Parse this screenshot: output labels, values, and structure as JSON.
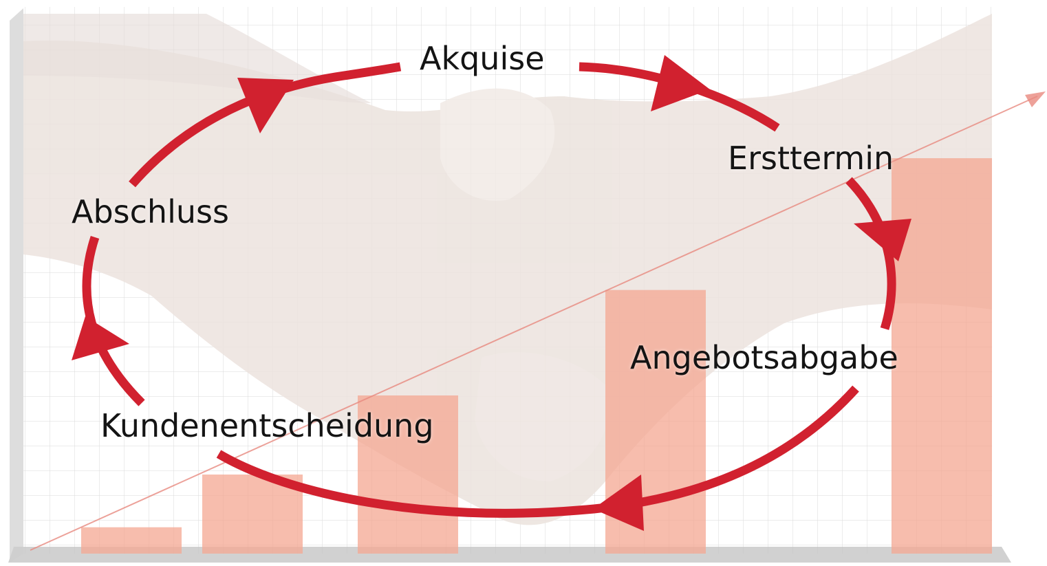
{
  "cycle": {
    "steps": [
      "Akquise",
      "Ersttermin",
      "Angebotsabgabe",
      "Kundenentscheidung",
      "Abschluss"
    ]
  },
  "colors": {
    "cycle_arrow": "#d1212f",
    "bars": "#f4a792",
    "grid": "#d8d8d8",
    "trend_line": "#e88a80",
    "hands": "#efe6e1",
    "text": "#141414"
  },
  "background_bars": {
    "values": [
      1,
      3,
      6,
      10,
      15
    ],
    "count": 5
  }
}
